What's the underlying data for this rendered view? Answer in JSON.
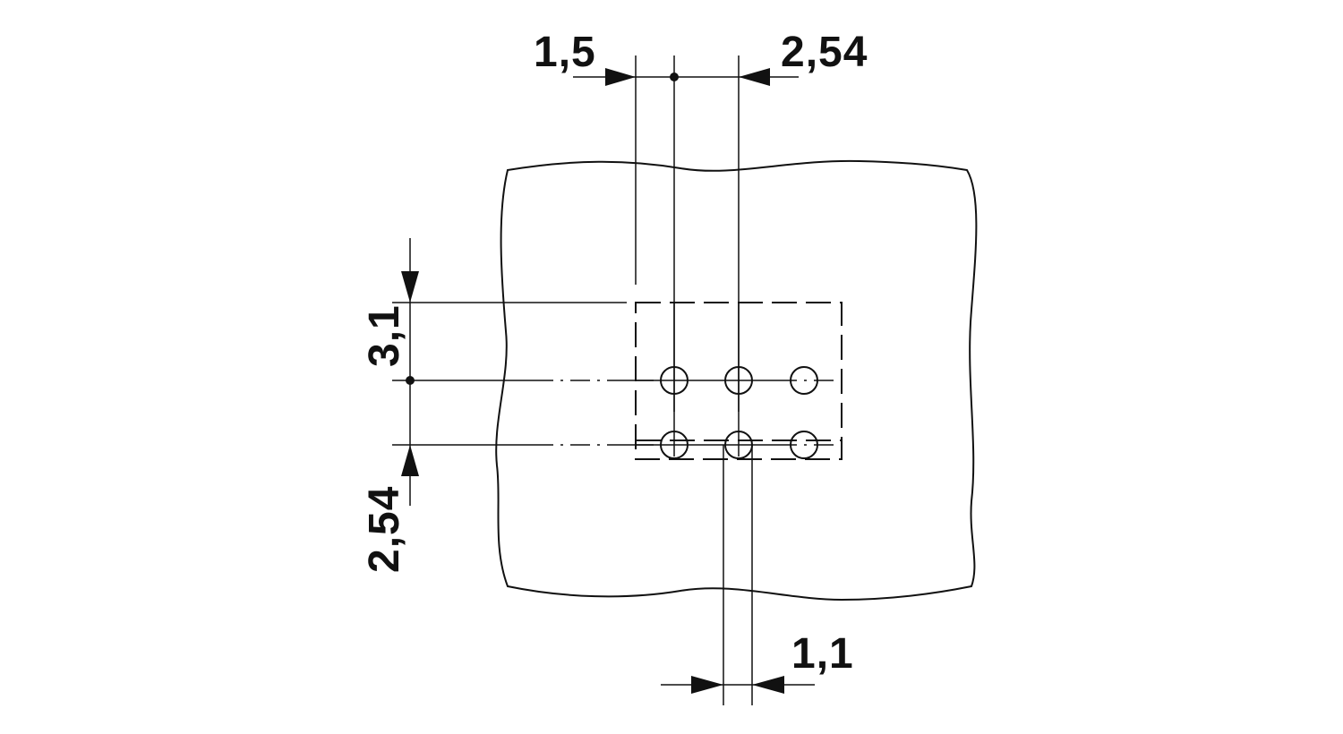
{
  "dimensions": {
    "top_left": "1,5",
    "top_right": "2,54",
    "left_upper": "3,1",
    "left_lower": "2,54",
    "bottom": "1,1"
  }
}
